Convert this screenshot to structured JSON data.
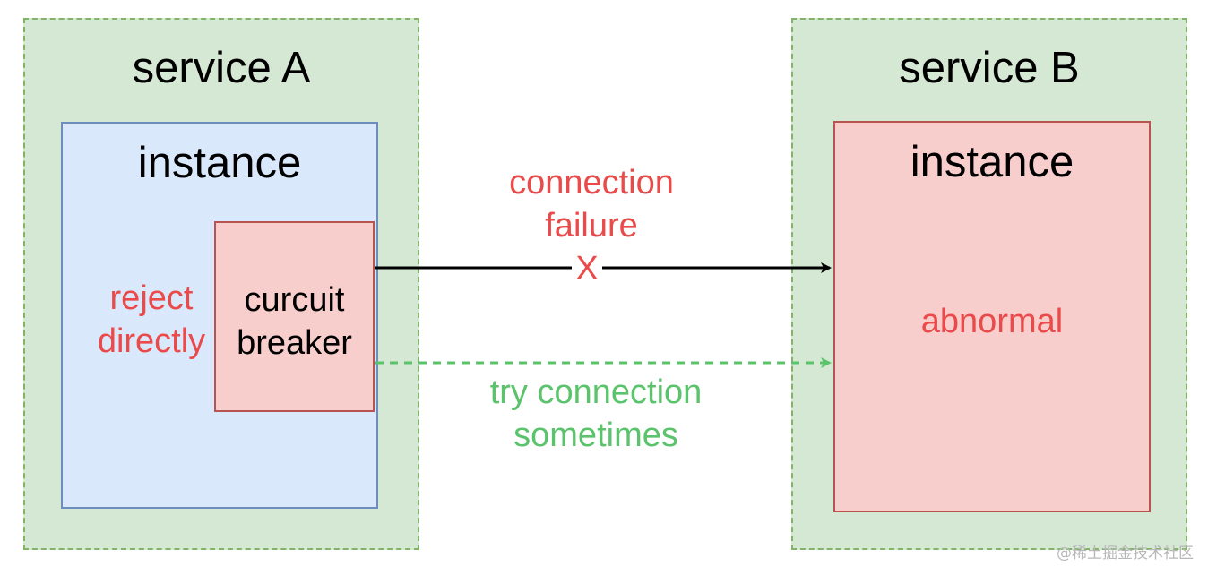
{
  "service_a": {
    "title": "service A"
  },
  "service_b": {
    "title": "service B"
  },
  "instance_a": {
    "title": "instance"
  },
  "instance_b": {
    "title": "instance",
    "status": "abnormal"
  },
  "breaker": {
    "line1": "curcuit",
    "line2": "breaker"
  },
  "reject_label": {
    "line1": "reject",
    "line2": "directly"
  },
  "connection_failure": {
    "line1": "connection",
    "line2": "failure",
    "mark": "X"
  },
  "try_connection": {
    "line1": "try connection",
    "line2": "sometimes"
  },
  "watermark": "@稀土掘金技术社区",
  "colors": {
    "service_fill": "#d5e8d4",
    "service_border": "#82b366",
    "instance_a_fill": "#dae8fc",
    "instance_a_border": "#6c8ebf",
    "abnormal_fill": "#f8cecc",
    "abnormal_border": "#b85450",
    "error_text": "#ea4a4a",
    "retry_text": "#5bc36b",
    "solid_arrow": "#000000"
  }
}
